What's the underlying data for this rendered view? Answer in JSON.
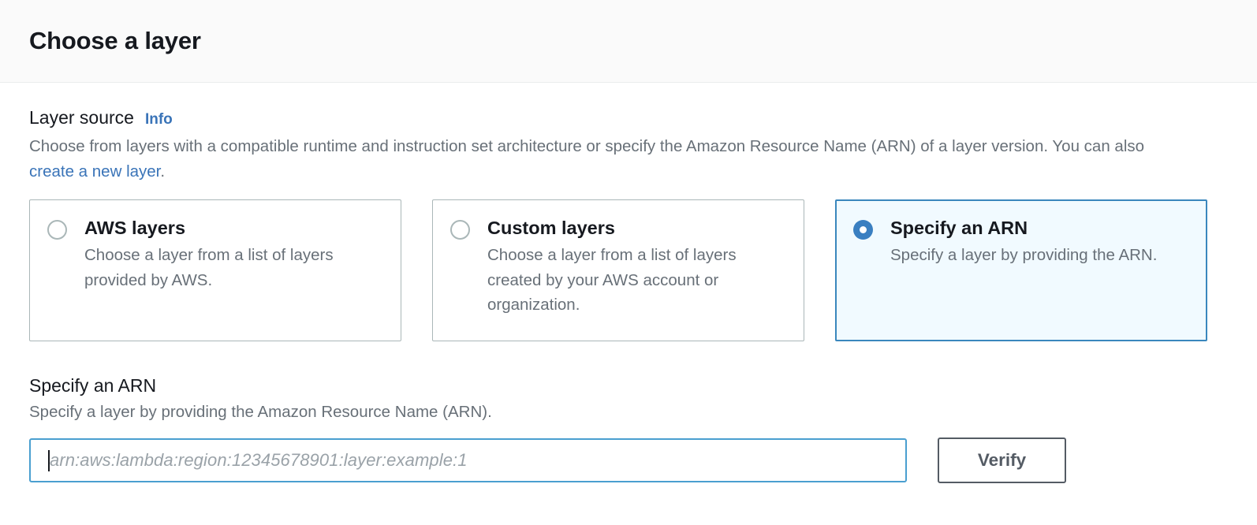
{
  "header": {
    "title": "Choose a layer"
  },
  "layer_source": {
    "label": "Layer source",
    "info_label": "Info",
    "description_before_link": "Choose from layers with a compatible runtime and instruction set architecture or specify the Amazon Resource Name (ARN) of a layer version. You can also ",
    "description_link": "create a new layer",
    "description_after_link": ".",
    "options": [
      {
        "title": "AWS layers",
        "description": "Choose a layer from a list of layers provided by AWS.",
        "selected": false
      },
      {
        "title": "Custom layers",
        "description": "Choose a layer from a list of layers created by your AWS account or organization.",
        "selected": false
      },
      {
        "title": "Specify an ARN",
        "description": "Specify a layer by providing the ARN.",
        "selected": true
      }
    ]
  },
  "arn_section": {
    "heading": "Specify an ARN",
    "description": "Specify a layer by providing the Amazon Resource Name (ARN).",
    "input_value": "",
    "input_placeholder": "arn:aws:lambda:region:12345678901:layer:example:1",
    "verify_label": "Verify"
  },
  "colors": {
    "accent_blue": "#3a7fc1",
    "link_blue": "#3a74b8",
    "selected_tile_bg": "#f1faff",
    "selected_tile_border": "#3a87bd",
    "input_focus_border": "#4a9fd0",
    "tile_border": "#aab7b8",
    "text_primary": "#16191f",
    "text_secondary": "#687078",
    "header_bg": "#fafafa"
  }
}
